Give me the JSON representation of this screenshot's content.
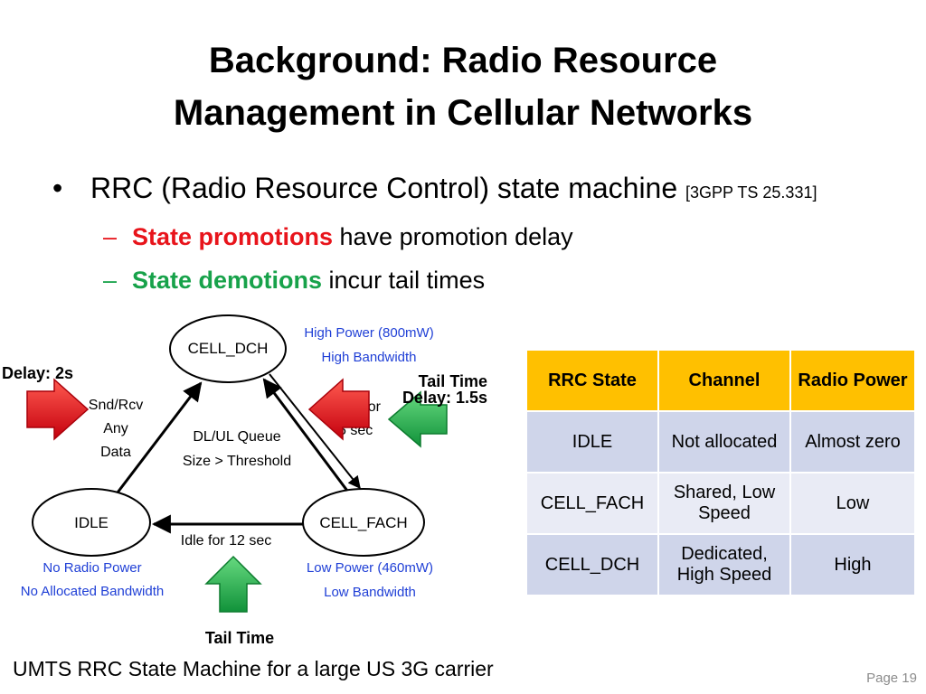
{
  "title": {
    "line1": "Background: Radio Resource",
    "line2": "Management in Cellular Networks"
  },
  "bullets": {
    "main": {
      "marker": "•",
      "text": "RRC (Radio Resource Control) state machine ",
      "reference": "[3GPP TS 25.331]"
    },
    "sub": [
      {
        "marker": "–",
        "highlight": "State promotions",
        "rest": " have promotion delay",
        "highlight_color": "#e8141b"
      },
      {
        "marker": "–",
        "highlight": "State demotions",
        "rest": " incur tail times",
        "highlight_color": "#17a24a"
      }
    ]
  },
  "diagram": {
    "states": {
      "cell_dch": "CELL_DCH",
      "idle": "IDLE",
      "cell_fach": "CELL_FACH"
    },
    "state_notes": {
      "dch_power": "High Power (800mW)",
      "dch_bandwidth": "High Bandwidth",
      "idle_power": "No Radio Power",
      "idle_bandwidth": "No Allocated Bandwidth",
      "fach_power": "Low Power (460mW)",
      "fach_bandwidth": "Low Bandwidth"
    },
    "transitions": {
      "idle_to_dch": [
        "Snd/Rcv",
        "Any",
        "Data"
      ],
      "fach_to_dch": [
        "DL/UL Queue",
        "Size > Threshold"
      ],
      "dch_to_fach": [
        "Idle for",
        "5 sec"
      ],
      "fach_to_idle": "Idle for 12 sec"
    },
    "annotations": {
      "delay_left": "Delay: 2s",
      "tail_time_right": "Tail Time",
      "delay_right": "Delay: 1.5s",
      "tail_time_bottom": "Tail Time"
    },
    "colors": {
      "note_blue": "#1f3fd6",
      "promotion_arrow": "#e8141b",
      "demotion_arrow": "#1fb04a"
    }
  },
  "table": {
    "headers": [
      "RRC State",
      "Channel",
      "Radio Power"
    ],
    "rows": [
      [
        "IDLE",
        "Not allocated",
        "Almost zero"
      ],
      [
        "CELL_FACH",
        "Shared, Low Speed",
        "Low"
      ],
      [
        "CELL_DCH",
        "Dedicated, High Speed",
        "High"
      ]
    ],
    "header_color": "#ffc000"
  },
  "caption": "UMTS RRC State Machine for a large US 3G carrier",
  "page_number": "Page 19"
}
